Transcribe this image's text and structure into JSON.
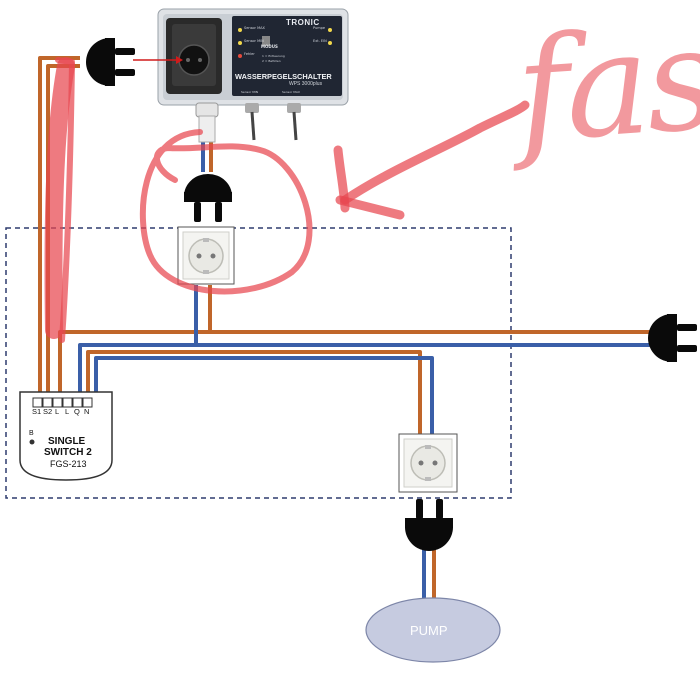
{
  "controller": {
    "brand": "TRONIC",
    "title": "WASSERPEGELSCHALTER",
    "model": "WPS 3000plus",
    "mode_label": "MODUS",
    "mode_option_1": "1 = Entleerung",
    "mode_option_2": "2 = Befüllen",
    "led_labels": [
      "Sensor MAX",
      "Sensor MIN",
      "Fehler",
      "Pumpe",
      "Ext. EIN"
    ],
    "sensor_labels": [
      "Sensor MIN",
      "Sensor MAX"
    ]
  },
  "relay_module": {
    "terminals": [
      "S1",
      "S2",
      "L",
      "L",
      "Q",
      "N"
    ],
    "button_label": "B",
    "name_line1": "SINGLE",
    "name_line2": "SWITCH 2",
    "model": "FGS-213"
  },
  "pump": {
    "label": "PUMP"
  },
  "annotation": {
    "text": "fast"
  },
  "colors": {
    "live_wire": "#c0662a",
    "neutral_wire": "#3a5fa8",
    "plug": "#0a0a0a",
    "highlight": "#e8474f",
    "pump_fill": "#c6cbe0",
    "enclosure_border": "#2e3c6e"
  }
}
